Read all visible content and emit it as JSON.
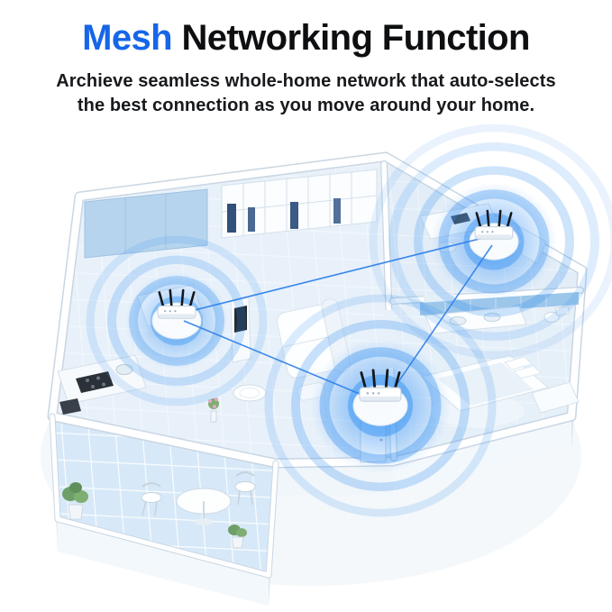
{
  "header": {
    "title_highlight": "Mesh",
    "title_rest": " Networking Function",
    "subtitle_line1": "Archieve seamless whole-home network that auto-selects",
    "subtitle_line2": "the best connection as you move around your home."
  },
  "diagram": {
    "type": "isometric-floorplan-mesh-network",
    "router_nodes": [
      {
        "id": "router-living-room",
        "icon": "wifi-router-icon"
      },
      {
        "id": "router-bedroom",
        "icon": "wifi-router-icon"
      },
      {
        "id": "router-hallway",
        "icon": "wifi-router-icon"
      }
    ],
    "mesh_links": [
      {
        "from": "router-living-room",
        "to": "router-bedroom"
      },
      {
        "from": "router-living-room",
        "to": "router-hallway"
      },
      {
        "from": "router-hallway",
        "to": "router-bedroom"
      }
    ],
    "colors": {
      "title_accent": "#1666E8",
      "heading_text": "#0E0F11",
      "ripple_blue": "#2F8DF0",
      "link_line": "#2E7FE8",
      "floor_light": "#EAF3FB",
      "wall_white": "#FFFFFF"
    }
  }
}
